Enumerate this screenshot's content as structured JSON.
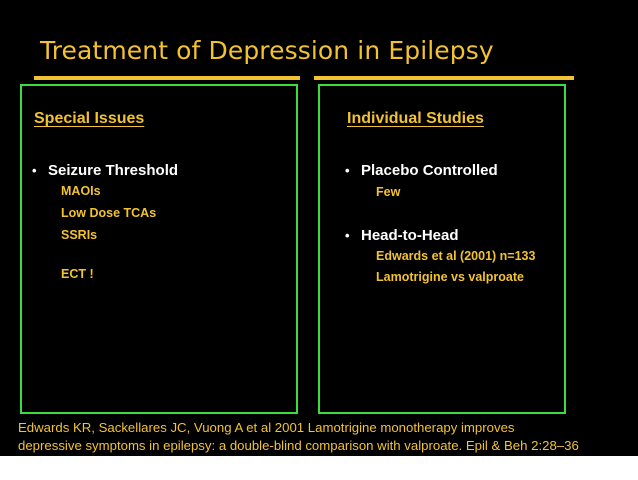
{
  "title": "Treatment of Depression in Epilepsy",
  "left": {
    "heading": "Special Issues",
    "bullet": "Seizure Threshold",
    "items": [
      "MAOIs",
      "Low Dose TCAs",
      "SSRIs",
      "ECT !"
    ]
  },
  "right": {
    "heading": "Individual Studies",
    "bullet1": "Placebo Controlled",
    "bullet1_items": [
      "Few"
    ],
    "bullet2": "Head-to-Head",
    "bullet2_items": [
      "Edwards et al (2001) n=133",
      "Lamotrigine vs valproate"
    ]
  },
  "bullet_symbol": "•",
  "citation": {
    "line1": "Edwards KR, Sackellares JC, Vuong A et al 2001 Lamotrigine monotherapy improves",
    "line2": "depressive symptoms in epilepsy: a double-blind comparison with valproate. Epil & Beh 2:28–36"
  },
  "colors": {
    "background": "#000000",
    "accent": "#f2c230",
    "panel_border": "#3cdc3c",
    "bullet_text": "#ffffff"
  }
}
